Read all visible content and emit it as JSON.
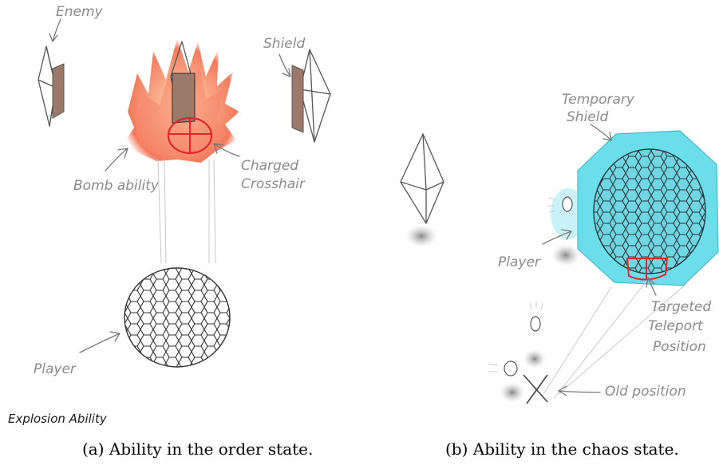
{
  "panel_a": {
    "labels": {
      "enemy": "Enemy",
      "shield": "Shield",
      "bomb_ability": "Bomb ability",
      "charged_crosshair_line1": "Charged",
      "charged_crosshair_line2": "Crosshair",
      "player": "Player",
      "title": "Explosion Ability"
    },
    "caption": "(a) Ability in the order state."
  },
  "panel_b": {
    "labels": {
      "temporary_shield_line1": "Temporary",
      "temporary_shield_line2": "Shield",
      "player": "Player",
      "targeted_line1": "Targeted",
      "targeted_line2": "Teleport",
      "targeted_line3": "Position",
      "old_position": "Old position"
    },
    "caption": "(b) Ability in the chaos state."
  },
  "colors": {
    "explosion": "#f26b4a",
    "crosshair": "#e0262a",
    "shield": "#64dcea",
    "sketch": "#555555"
  }
}
